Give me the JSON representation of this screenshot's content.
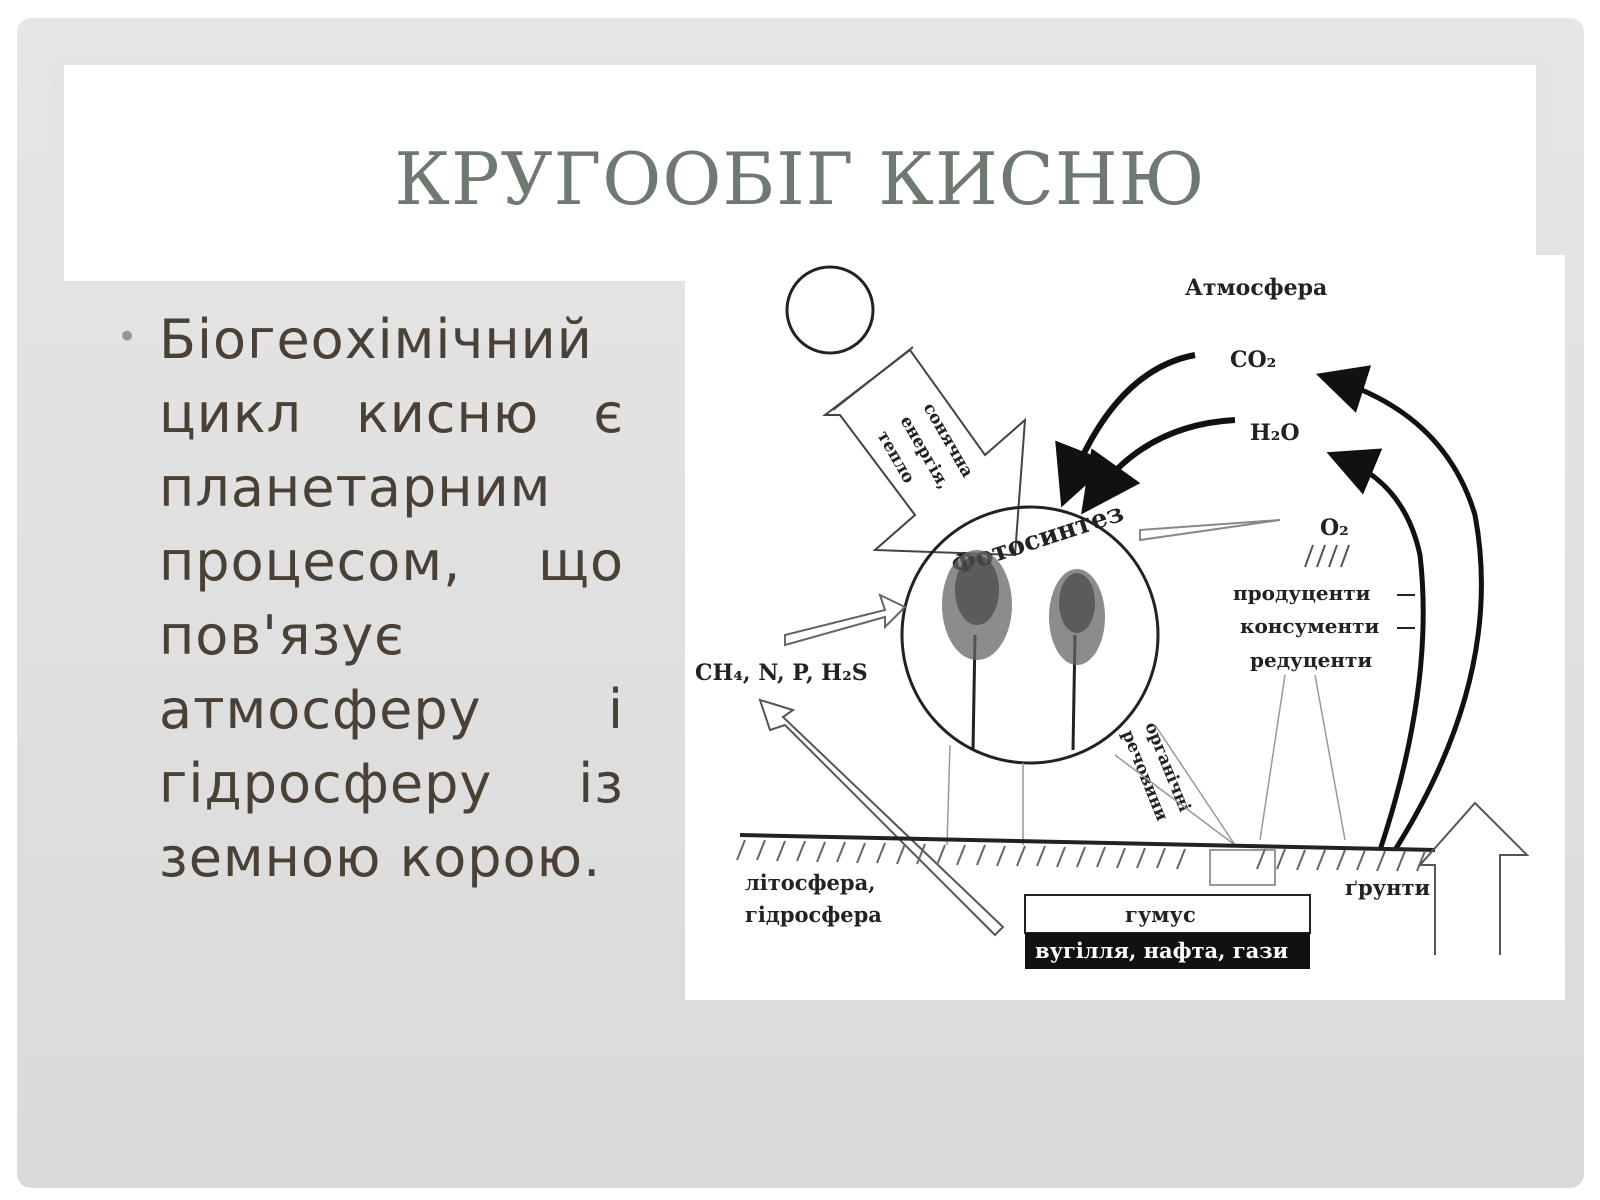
{
  "slide": {
    "title": "КРУГООБІГ КИСНЮ",
    "bullet_text": "Біогеохімічний цикл кисню є планетарним процесом, що пов'язує атмосферу і гідросферу із земною корою."
  },
  "diagram": {
    "atmosphere": "Атмосфера",
    "co2": "CO₂",
    "h2o": "H₂O",
    "o2": "O₂",
    "solar_line1": "сонячна",
    "solar_line2": "енергія,",
    "solar_line3": "тепло",
    "photosynthesis": "Фотосинтез",
    "producers": "продуценти",
    "consumers": "консументи",
    "reducers": "редуценти",
    "elements": "CH₄, N, P, H₂S",
    "organic_line1": "органічні",
    "organic_line2": "речовини",
    "lithosphere": "літосфера,",
    "hydrosphere": "гідросфера",
    "soils": "ґрунти",
    "humus": "гумус",
    "fossils": "вугілля, нафта, гази"
  },
  "colors": {
    "title": "#6e7a6f",
    "body_text": "#4a4035",
    "bullet": "#8a9a8c",
    "slide_bg": "#dddddd"
  }
}
